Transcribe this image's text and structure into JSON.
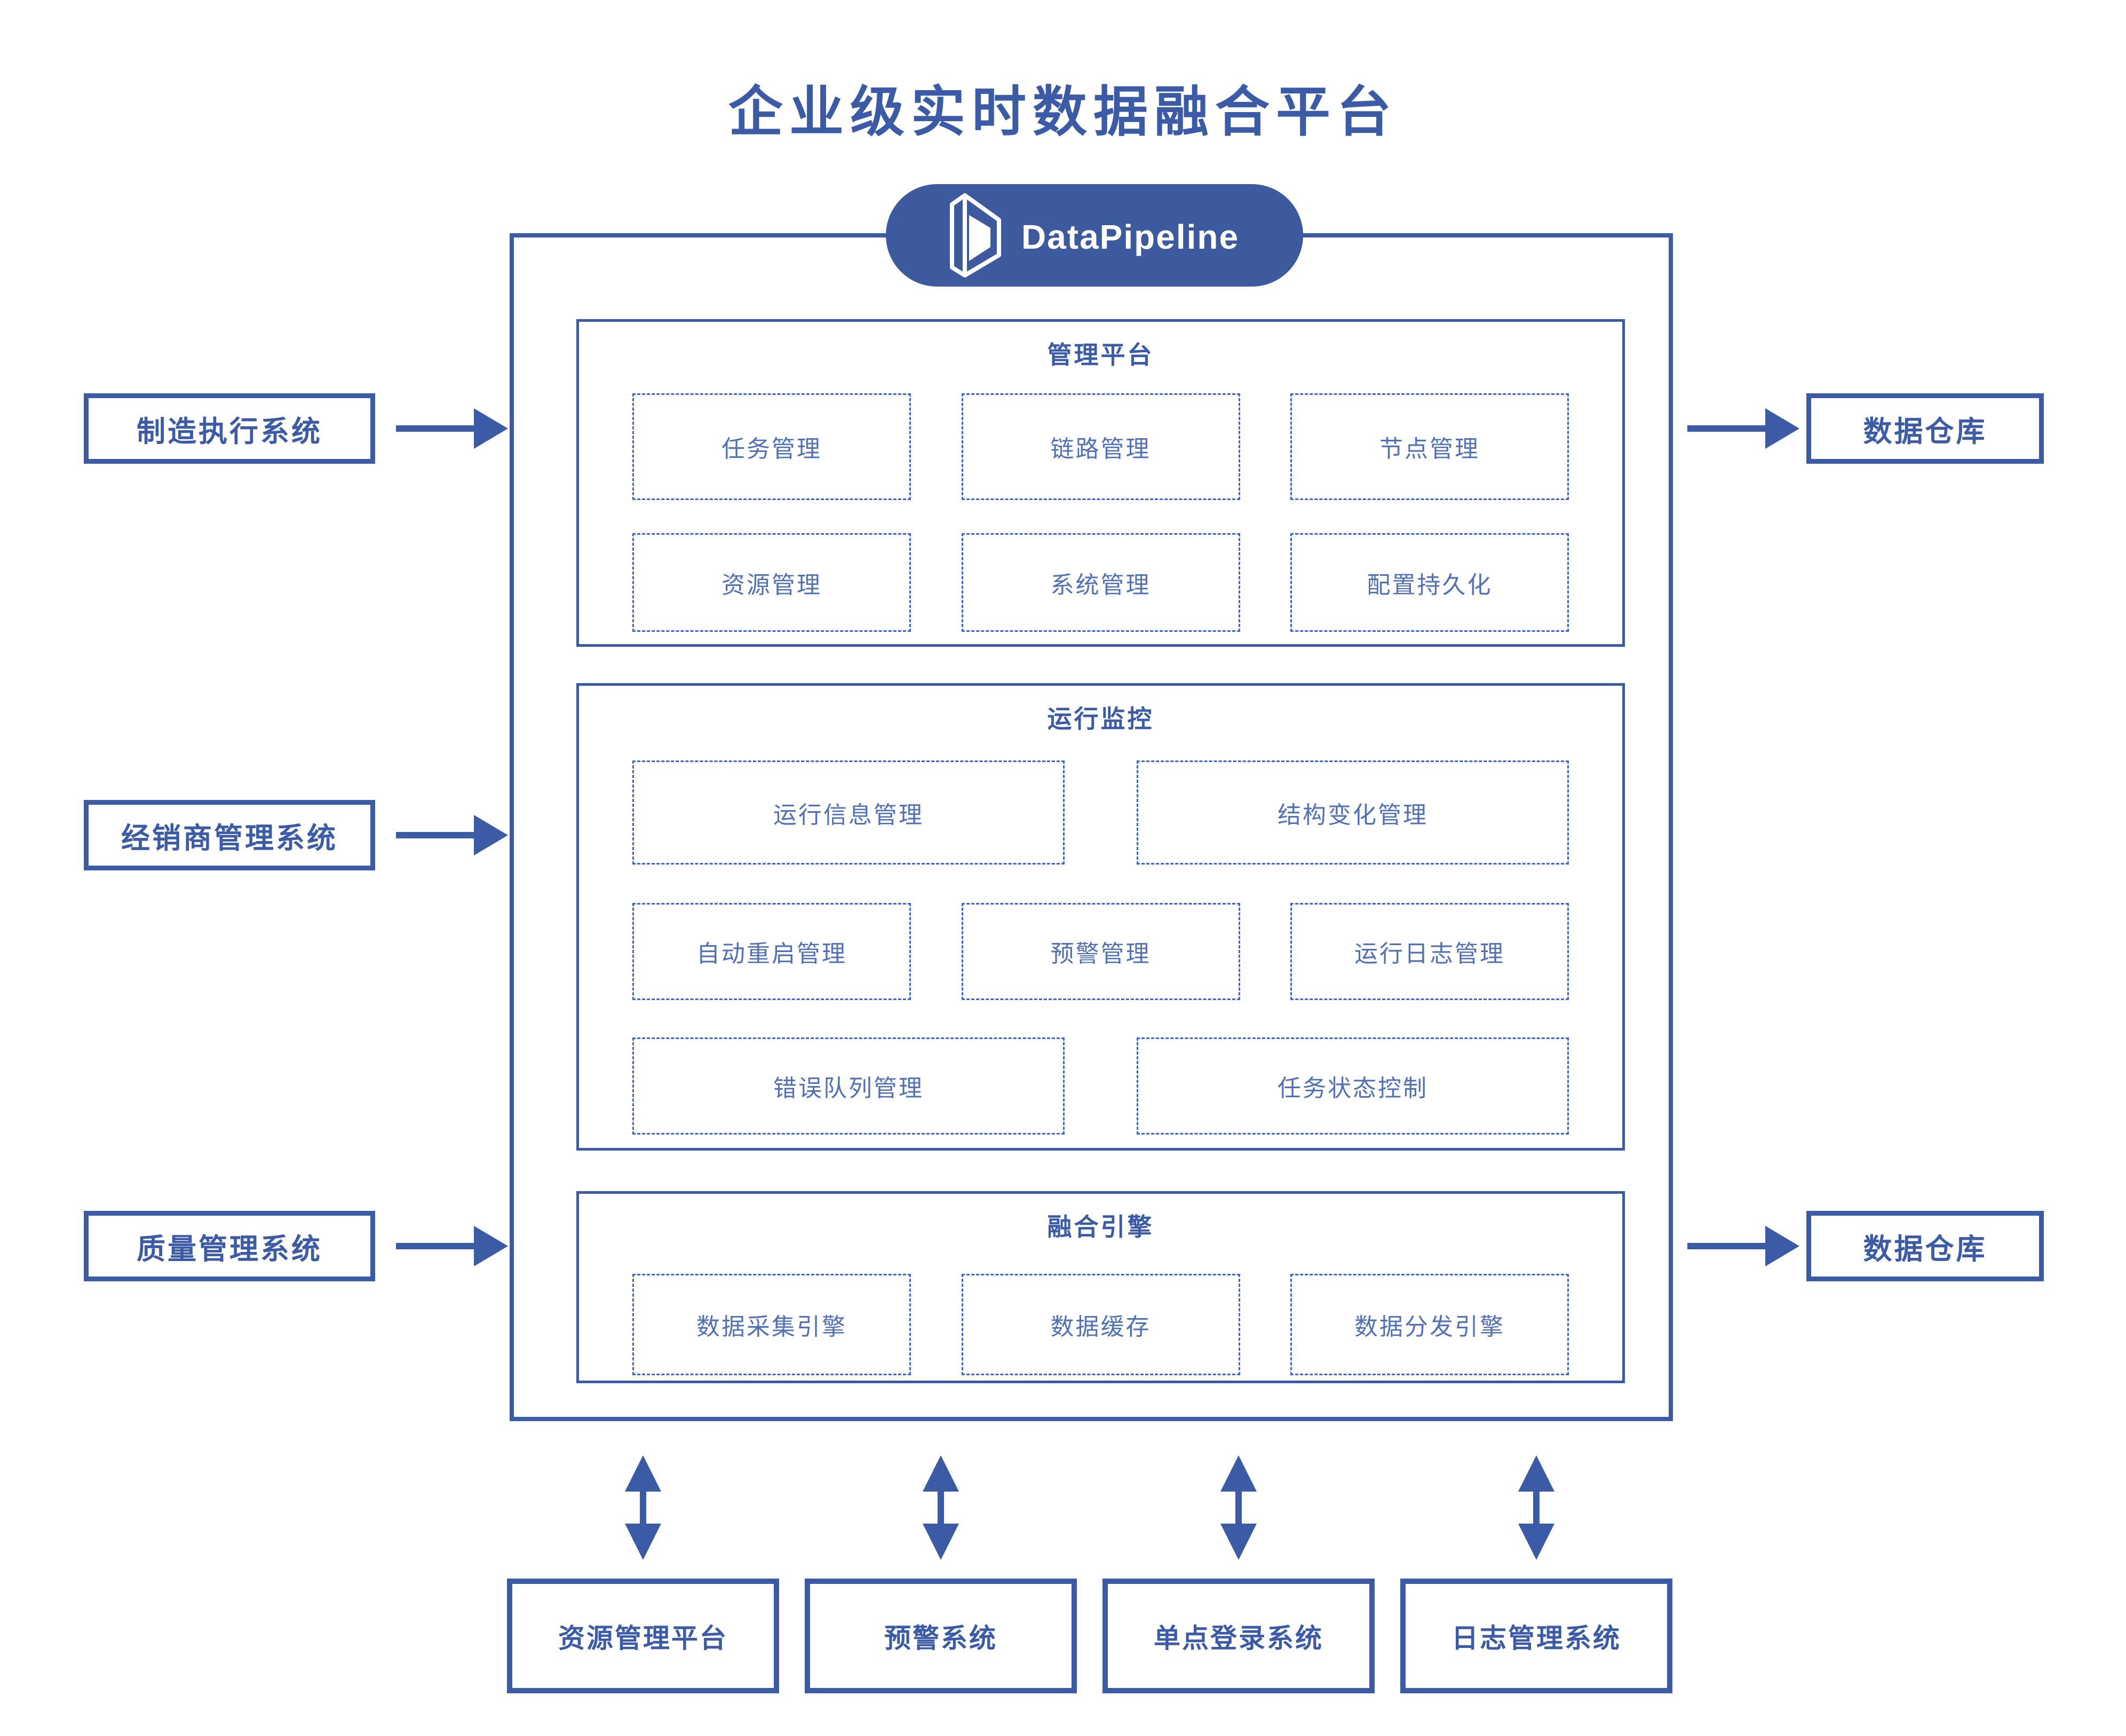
{
  "title": "企业级实时数据融合平台",
  "badge": {
    "label": "DataPipeline"
  },
  "colors": {
    "primary": "#3c5ba7",
    "badge_bg": "#3e5a9e",
    "dashed_border": "#3f64d1",
    "cell_text": "#5170b5"
  },
  "sources": [
    {
      "label": "制造执行系统"
    },
    {
      "label": "经销商管理系统"
    },
    {
      "label": "质量管理系统"
    }
  ],
  "targets": [
    {
      "label": "数据仓库"
    },
    {
      "label": "数据仓库"
    }
  ],
  "sections": [
    {
      "title": "管理平台",
      "rows": [
        [
          "任务管理",
          "链路管理",
          "节点管理"
        ],
        [
          "资源管理",
          "系统管理",
          "配置持久化"
        ]
      ]
    },
    {
      "title": "运行监控",
      "rows": [
        [
          "运行信息管理",
          "结构变化管理"
        ],
        [
          "自动重启管理",
          "预警管理",
          "运行日志管理"
        ],
        [
          "错误队列管理",
          "任务状态控制"
        ]
      ]
    },
    {
      "title": "融合引擎",
      "rows": [
        [
          "数据采集引擎",
          "数据缓存",
          "数据分发引擎"
        ]
      ]
    }
  ],
  "external_systems": [
    {
      "label": "资源管理平台"
    },
    {
      "label": "预警系统"
    },
    {
      "label": "单点登录系统"
    },
    {
      "label": "日志管理系统"
    }
  ]
}
